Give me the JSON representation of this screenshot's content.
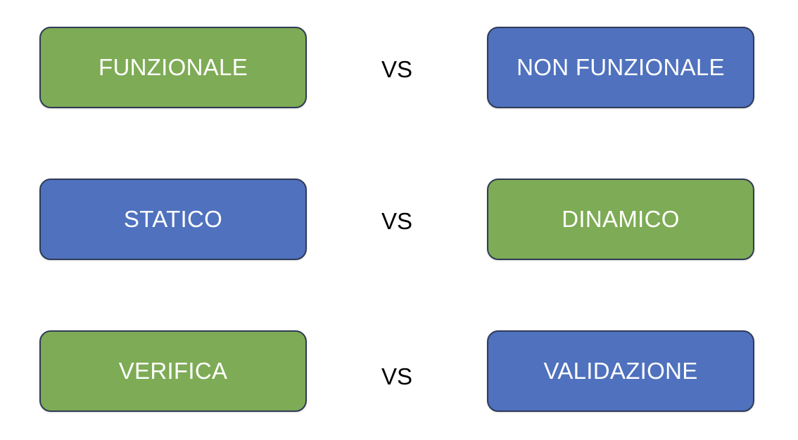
{
  "colors": {
    "green": "#7eab55",
    "blue": "#4f71be",
    "border": "#2f3b57",
    "text_on_box": "#ffffff",
    "vs_text": "#000000"
  },
  "rows": [
    {
      "left": {
        "label": "FUNZIONALE",
        "color": "green"
      },
      "vs": "VS",
      "right": {
        "label": "NON FUNZIONALE",
        "color": "blue"
      }
    },
    {
      "left": {
        "label": "STATICO",
        "color": "blue"
      },
      "vs": "VS",
      "right": {
        "label": "DINAMICO",
        "color": "green"
      }
    },
    {
      "left": {
        "label": "VERIFICA",
        "color": "green"
      },
      "vs": "VS",
      "right": {
        "label": "VALIDAZIONE",
        "color": "blue"
      }
    }
  ]
}
